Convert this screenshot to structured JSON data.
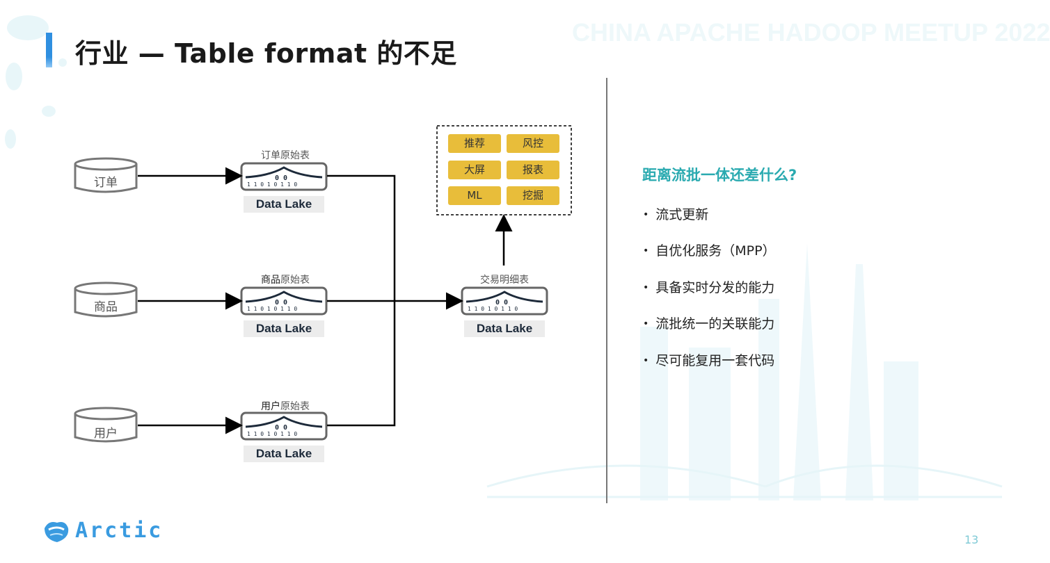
{
  "slide": {
    "title": "行业 — Table format 的不足",
    "watermark": "CHINA APACHE HADOOP MEETUP 2022",
    "page_number": "13",
    "logo_text": "Arctic"
  },
  "diagram": {
    "sources": [
      {
        "label": "订单"
      },
      {
        "label": "商品"
      },
      {
        "label": "用户"
      }
    ],
    "lakes": [
      {
        "caption": "订单原始表",
        "text": "Data Lake"
      },
      {
        "caption_bold": "商品",
        "caption_rest": "原始表",
        "text": "Data Lake"
      },
      {
        "caption_bold": "用户",
        "caption_rest": "原始表",
        "text": "Data Lake"
      },
      {
        "caption": "交易明细表",
        "text": "Data Lake"
      }
    ],
    "apps": [
      "推荐",
      "风控",
      "大屏",
      "报表",
      "ML",
      "挖掘"
    ]
  },
  "right_panel": {
    "heading": "距离流批一体还差什么?",
    "bullets": [
      "流式更新",
      "自优化服务（MPP）",
      "具备实时分发的能力",
      "流批统一的关联能力",
      "尽可能复用一套代码"
    ]
  },
  "colors": {
    "accent_blue": "#2f8fe0",
    "heading_teal": "#2aaab0",
    "chip_yellow": "#e8bd3a"
  }
}
